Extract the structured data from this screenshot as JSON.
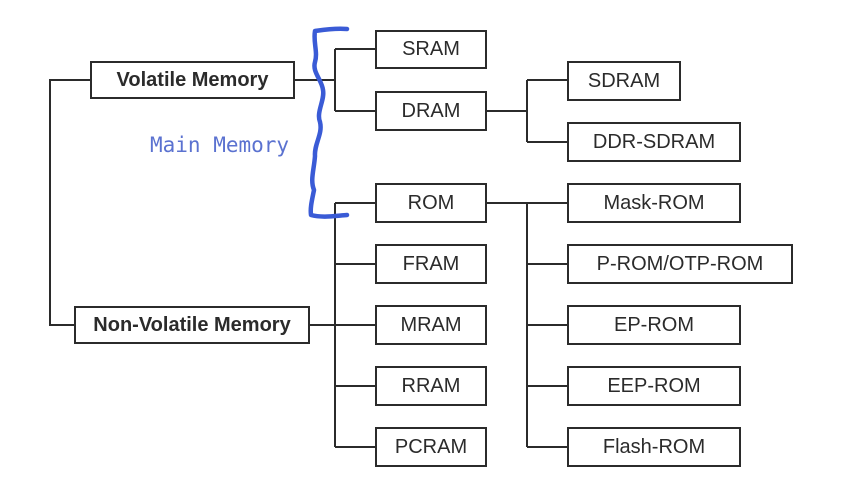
{
  "annotation": {
    "label": "Main Memory",
    "color": "#3a5bd6"
  },
  "categories": {
    "volatile": "Volatile Memory",
    "non_volatile": "Non-Volatile Memory"
  },
  "volatile_types": {
    "sram": "SRAM",
    "dram": "DRAM",
    "sdram": "SDRAM",
    "ddr_sdram": "DDR-SDRAM"
  },
  "non_volatile_types": {
    "rom": "ROM",
    "fram": "FRAM",
    "mram": "MRAM",
    "rram": "RRAM",
    "pcram": "PCRAM"
  },
  "rom_types": {
    "mask_rom": "Mask-ROM",
    "p_rom": "P-ROM/OTP-ROM",
    "ep_rom": "EP-ROM",
    "eep_rom": "EEP-ROM",
    "flash_rom": "Flash-ROM"
  }
}
